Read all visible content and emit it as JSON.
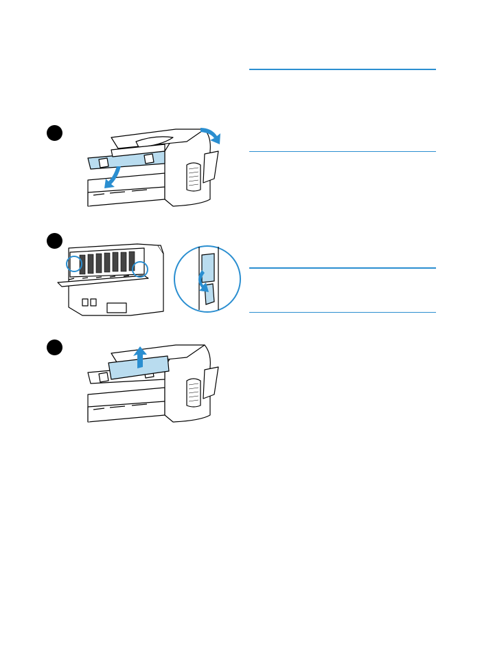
{
  "colors": {
    "accent": "#2a8ed0",
    "highlight": "#b9dcef",
    "ink": "#000000"
  },
  "steps": [
    {
      "icon": "step-1-badge-icon",
      "illustration": "printer-open-front-door-illustration"
    },
    {
      "icon": "step-2-badge-icon",
      "illustration": "printer-rear-release-levers-illustration"
    },
    {
      "icon": "step-3-badge-icon",
      "illustration": "printer-remove-jammed-paper-illustration"
    }
  ]
}
